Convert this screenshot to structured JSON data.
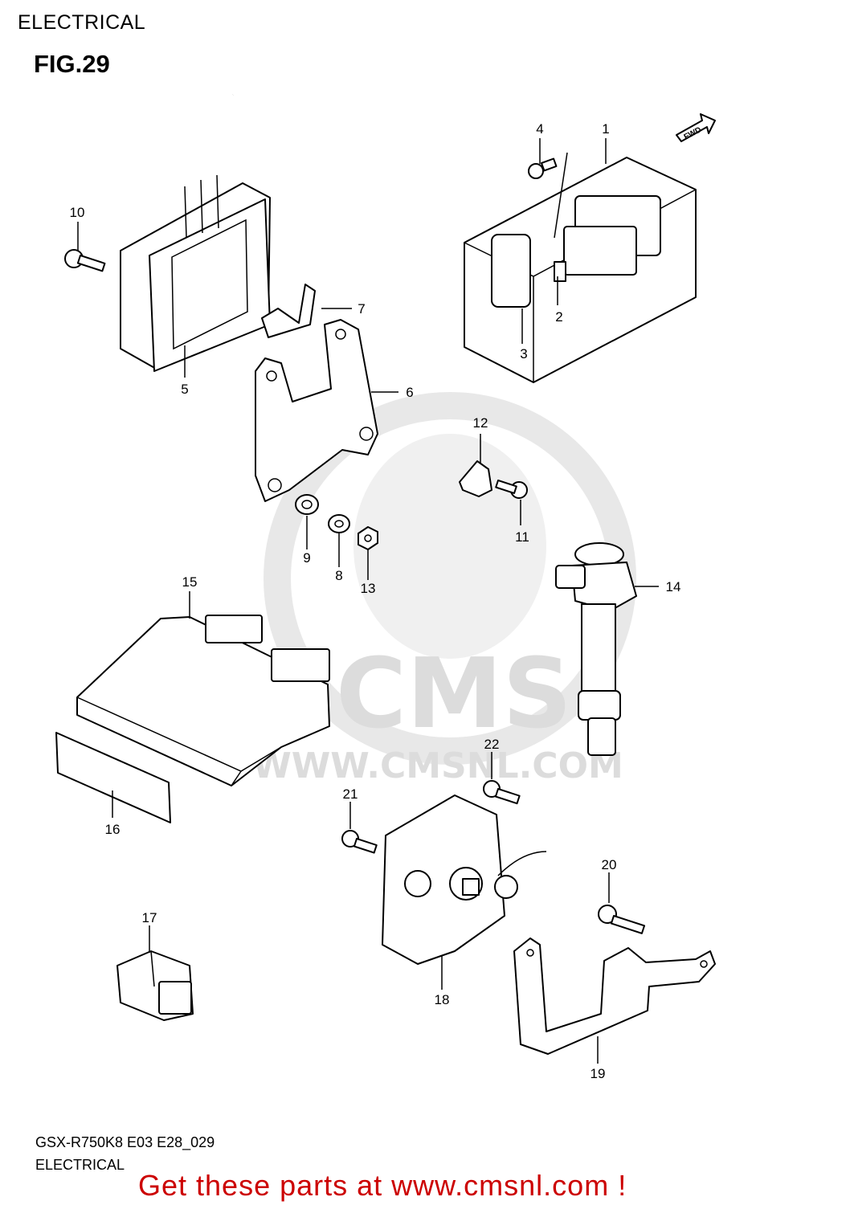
{
  "header": {
    "section": "ELECTRICAL",
    "figure": "FIG.29"
  },
  "fwd_label": "FWD",
  "watermark": {
    "brand": "CMS",
    "site": "WWW.CMSNL.COM"
  },
  "callouts": [
    "1",
    "2",
    "3",
    "4",
    "5",
    "6",
    "7",
    "8",
    "9",
    "10",
    "11",
    "12",
    "13",
    "14",
    "15",
    "16",
    "17",
    "18",
    "19",
    "20",
    "21",
    "22"
  ],
  "footer": {
    "model_code": "GSX-R750K8 E03 E28_029",
    "title": "ELECTRICAL",
    "cta": "Get these parts at www.cmsnl.com !"
  },
  "colors": {
    "cta": "#cc0000",
    "line": "#000000",
    "watermark": "#dcdcdc"
  }
}
